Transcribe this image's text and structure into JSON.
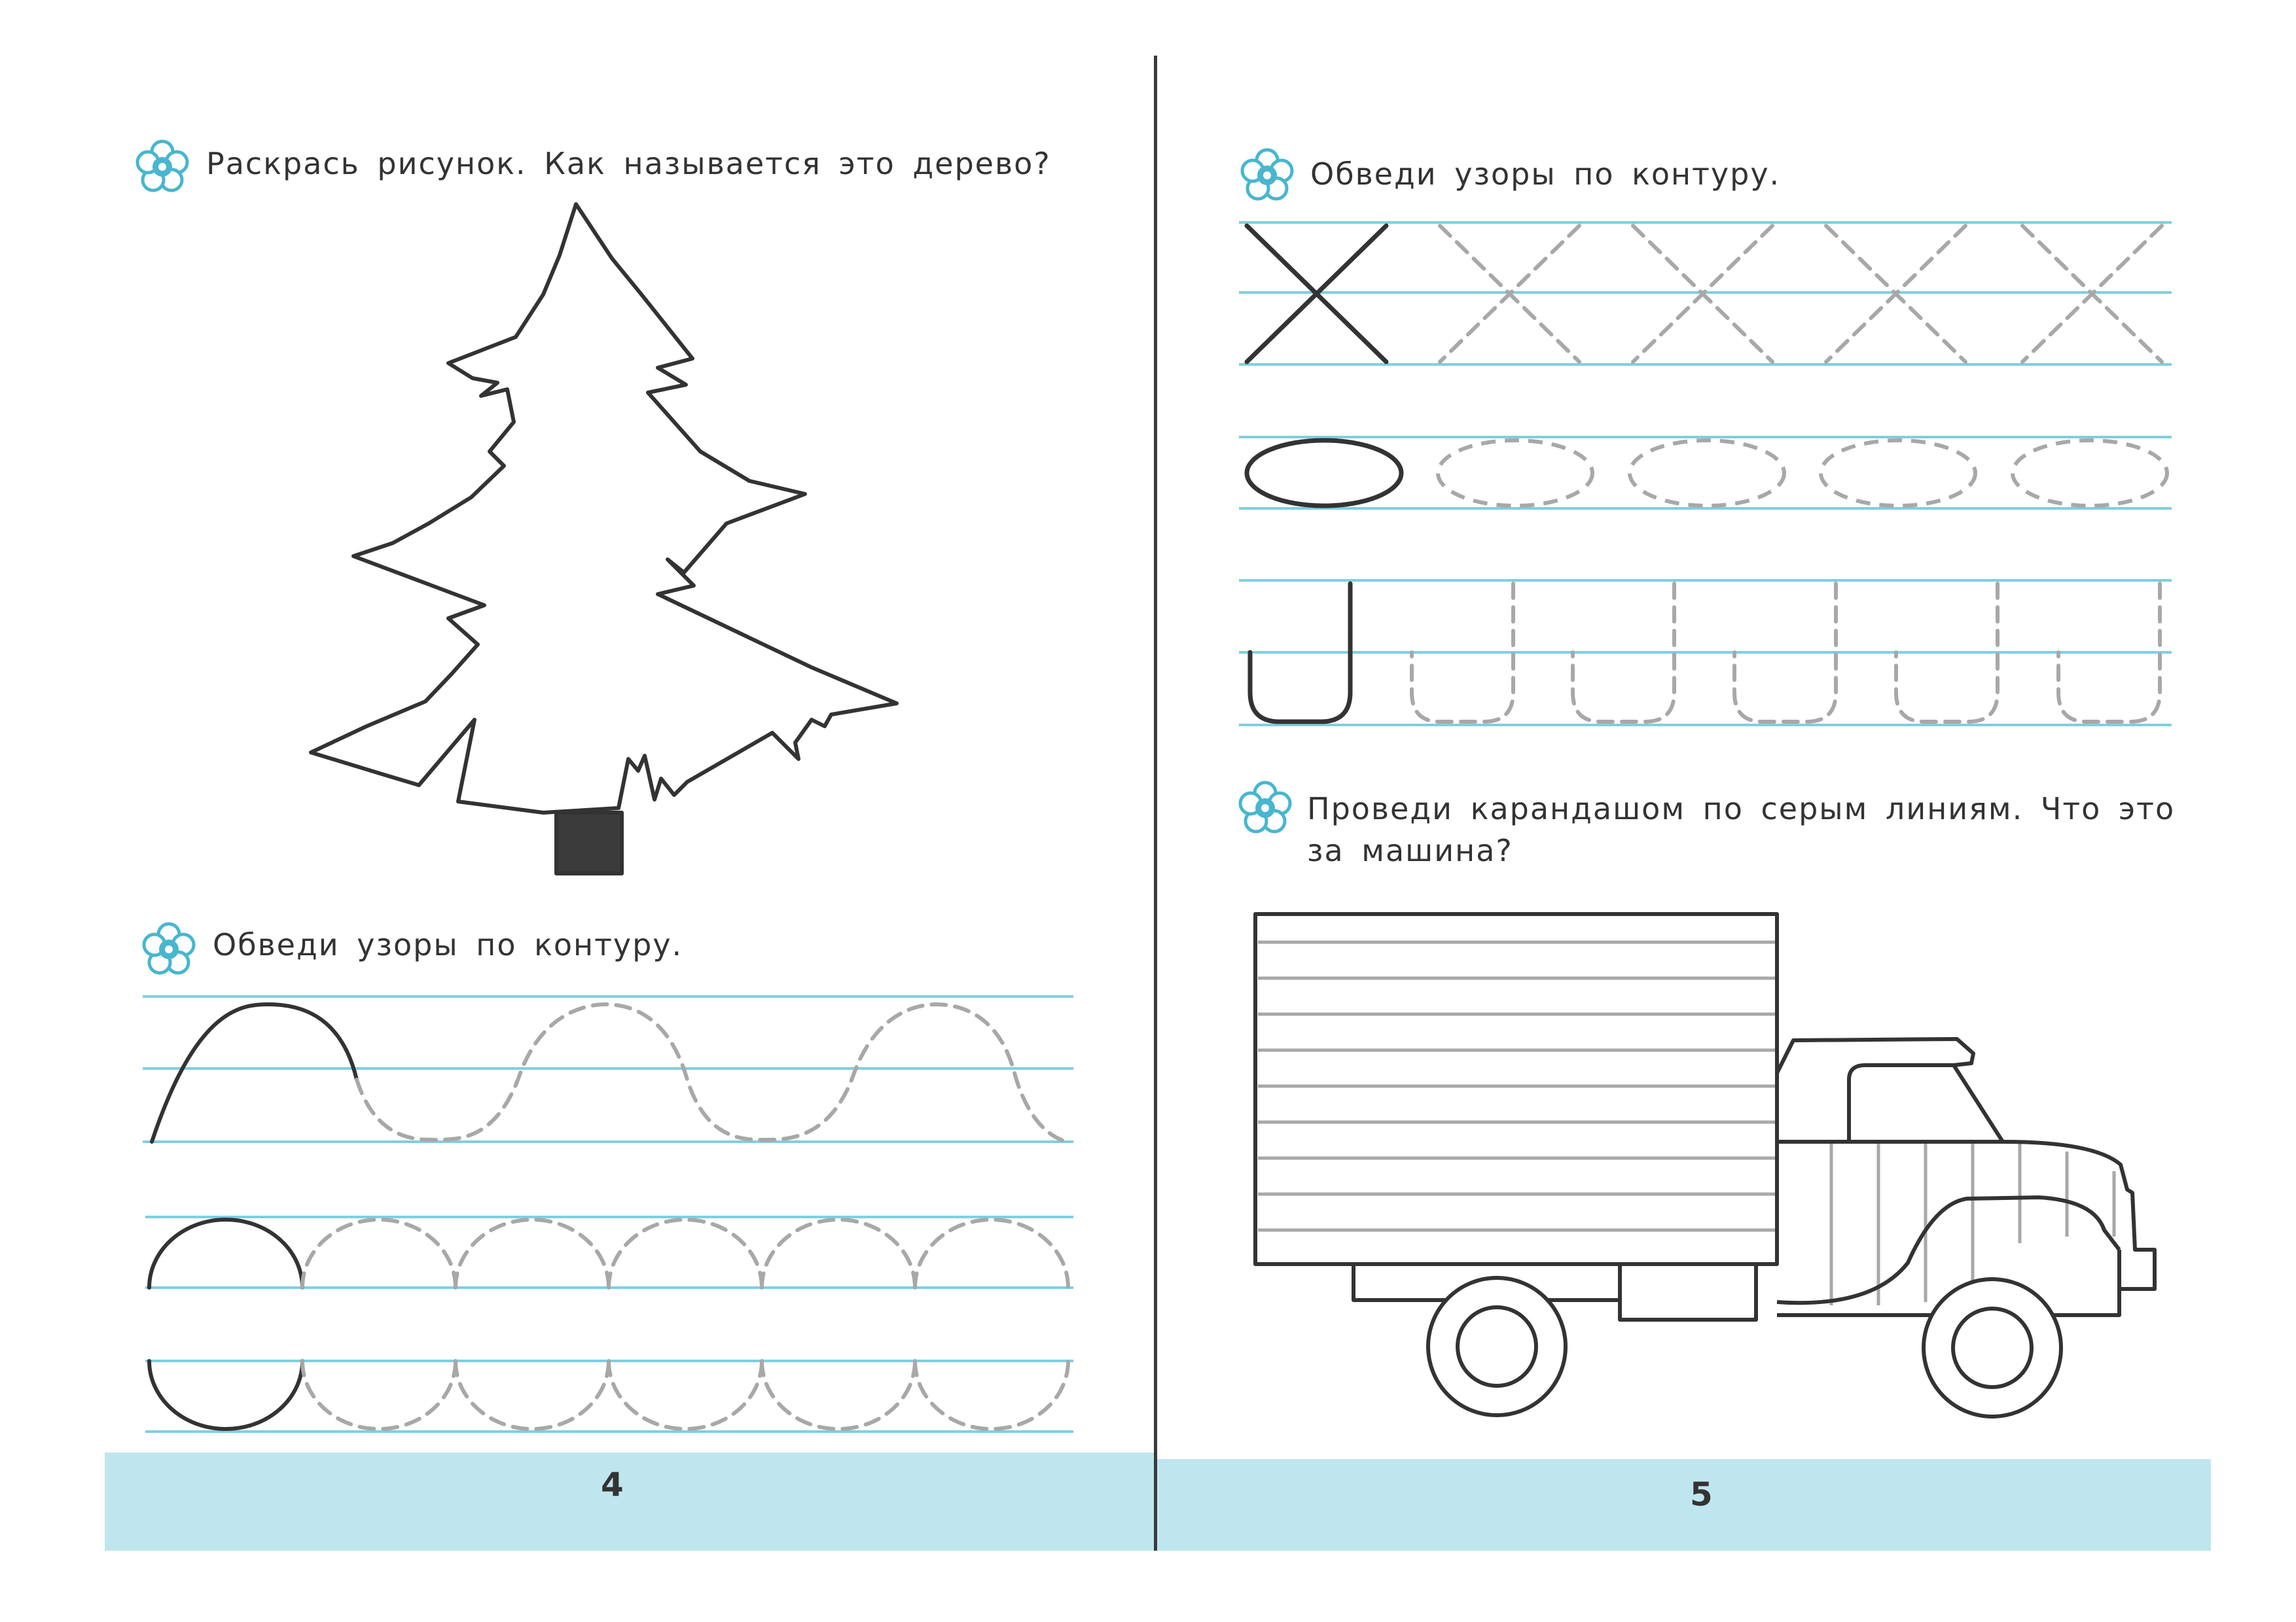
{
  "left_page": {
    "task1": "Раскрась рисунок. Как называется это дерево?",
    "task2": "Обведи узоры по контуру.",
    "page_number": "4"
  },
  "right_page": {
    "task1": "Обведи узоры по контуру.",
    "task2_line1": "Проведи карандашом по серым линиям. Что это",
    "task2_line2": "за машина?",
    "page_number": "5"
  },
  "colors": {
    "accent": "#48b6cf",
    "band": "#bfe6ee",
    "guide_line": "#7fcfe0",
    "trace_gray": "#a8a8a8",
    "ink": "#333333"
  },
  "icons": [
    "flower-icon"
  ]
}
